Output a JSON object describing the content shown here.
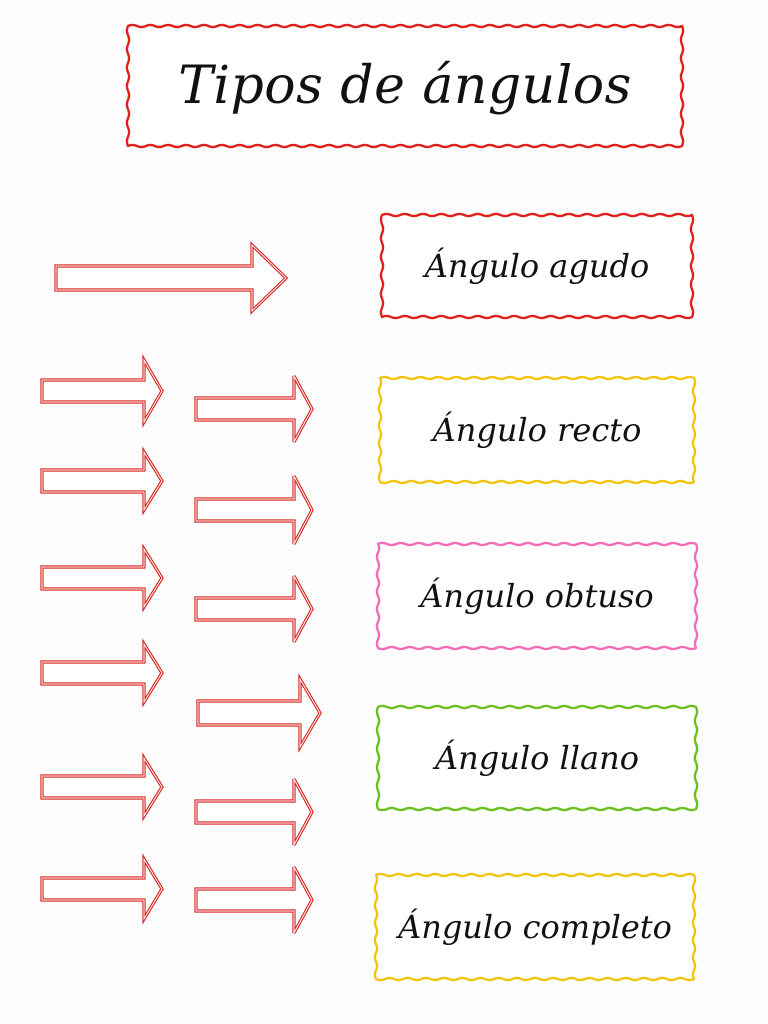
{
  "title": {
    "text": "Tipos de ángulos",
    "border_color": "#e0211b"
  },
  "cards": [
    {
      "label": "Ángulo agudo",
      "border_color": "#e0211b"
    },
    {
      "label": "Ángulo recto",
      "border_color": "#f2c40f"
    },
    {
      "label": "Ángulo obtuso",
      "border_color": "#f06eb4"
    },
    {
      "label": "Ángulo llano",
      "border_color": "#6cbf1e"
    },
    {
      "label": "Ángulo completo",
      "border_color": "#f2c40f"
    }
  ],
  "arrow_color": "#d81e18"
}
